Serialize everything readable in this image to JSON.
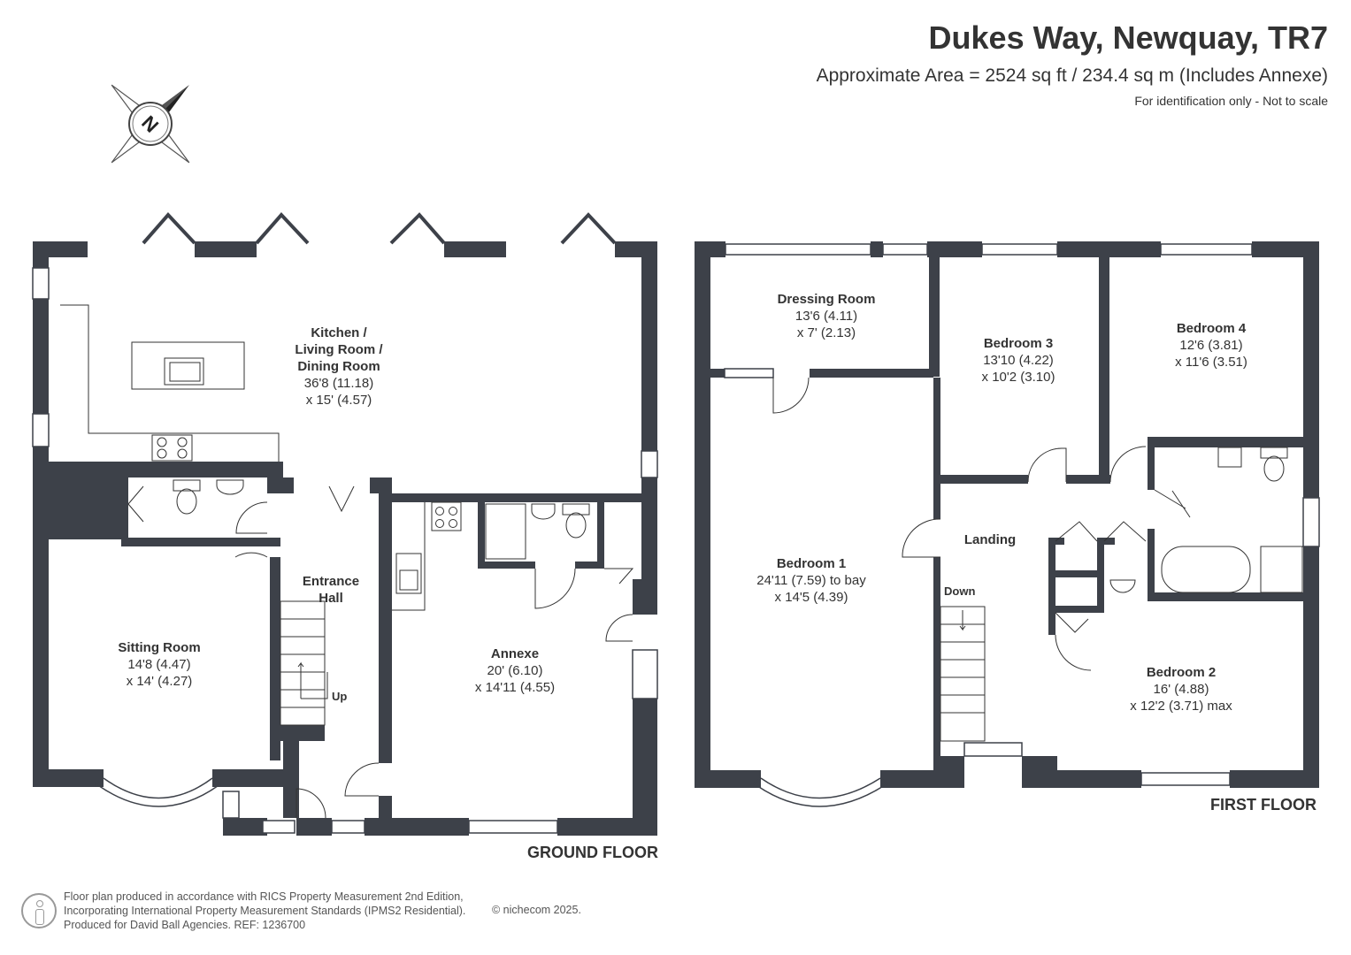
{
  "header": {
    "title": "Dukes Way, Newquay, TR7",
    "area": "Approximate Area = 2524 sq ft / 234.4 sq m (Includes Annexe)",
    "note": "For identification only - Not to scale"
  },
  "compass": {
    "letter": "N"
  },
  "floors": {
    "ground": "GROUND FLOOR",
    "first": "FIRST FLOOR"
  },
  "rooms": {
    "kitchen": {
      "name": "Kitchen /\nLiving Room /\nDining Room",
      "dims": "36'8 (11.18)\nx 15' (4.57)"
    },
    "entrance": {
      "name": "Entrance\nHall"
    },
    "sitting": {
      "name": "Sitting Room",
      "dims": "14'8 (4.47)\nx 14' (4.27)"
    },
    "annexe": {
      "name": "Annexe",
      "dims": "20' (6.10)\nx 14'11 (4.55)"
    },
    "dressing": {
      "name": "Dressing Room",
      "dims": "13'6 (4.11)\nx 7' (2.13)"
    },
    "bedroom3": {
      "name": "Bedroom 3",
      "dims": "13'10 (4.22)\nx 10'2 (3.10)"
    },
    "bedroom4": {
      "name": "Bedroom 4",
      "dims": "12'6 (3.81)\nx 11'6 (3.51)"
    },
    "bedroom1": {
      "name": "Bedroom 1",
      "dims": "24'11 (7.59) to bay\nx 14'5 (4.39)"
    },
    "landing": {
      "name": "Landing"
    },
    "bedroom2": {
      "name": "Bedroom 2",
      "dims": "16' (4.88)\nx 12'2 (3.71) max"
    }
  },
  "stairs": {
    "up": "Up",
    "down": "Down"
  },
  "footer": {
    "line1": "Floor plan produced in accordance with RICS Property Measurement 2nd Edition,",
    "line2": "Incorporating International Property Measurement Standards (IPMS2 Residential).",
    "line3": "Produced for David Ball Agencies.   REF:  1236700",
    "copyright": "© nichecom 2025."
  },
  "colors": {
    "wall": "#3d4149",
    "line": "#333333"
  }
}
